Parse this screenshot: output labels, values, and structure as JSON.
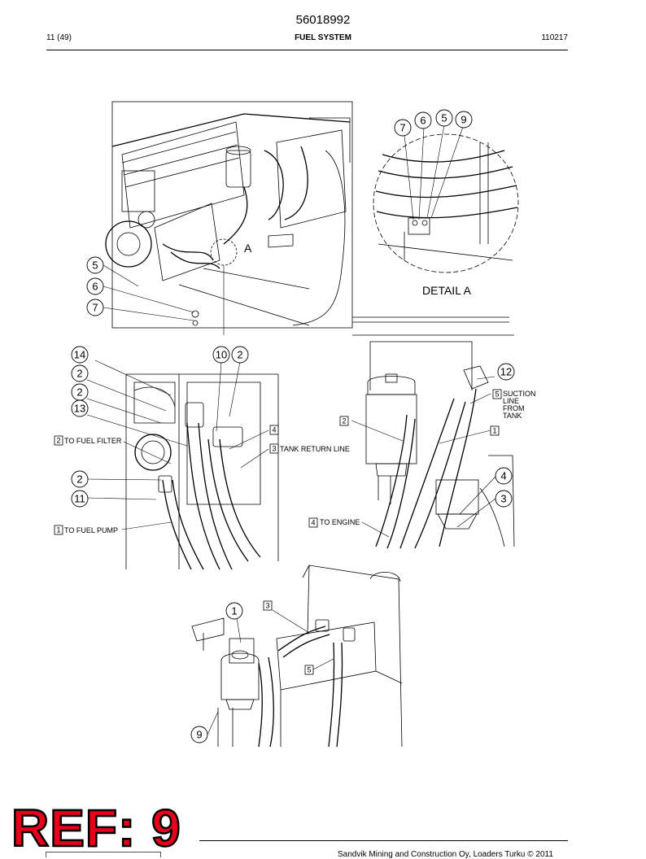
{
  "header": {
    "doc_number": "56018992",
    "page": "11 (49)",
    "section": "FUEL SYSTEM",
    "date_code": "110217"
  },
  "footer": {
    "copyright": "Sandvik Mining and Construction Oy, Loaders Turku © 2011"
  },
  "stamp": {
    "ref_text": "REF: 9"
  },
  "figure1": {
    "callouts": [
      "5",
      "6",
      "7"
    ],
    "view_letter": "A",
    "detail_callouts": [
      "7",
      "6",
      "5",
      "9"
    ],
    "detail_label": "DETAIL A"
  },
  "figure2": {
    "callouts": [
      "14",
      "10",
      "2",
      "2",
      "2",
      "13",
      "2",
      "11"
    ],
    "labels": [
      {
        "num": "2",
        "text": "TO FUEL FILTER"
      },
      {
        "num": "4",
        "text": ""
      },
      {
        "num": "3",
        "text": "TANK RETURN LINE"
      },
      {
        "num": "1",
        "text": "TO FUEL PUMP"
      }
    ]
  },
  "figure3": {
    "callouts": [
      "12",
      "4",
      "3"
    ],
    "labels": [
      {
        "num": "5",
        "text": "SUCTION LINE FROM TANK"
      },
      {
        "num": "2",
        "text": ""
      },
      {
        "num": "1",
        "text": ""
      },
      {
        "num": "4",
        "text": "TO ENGINE"
      }
    ],
    "suction_lines": [
      "SUCTION",
      "LINE",
      "FROM",
      "TANK"
    ]
  },
  "figure4": {
    "callouts": [
      "1",
      "9"
    ],
    "boxes": [
      "3",
      "5"
    ]
  }
}
